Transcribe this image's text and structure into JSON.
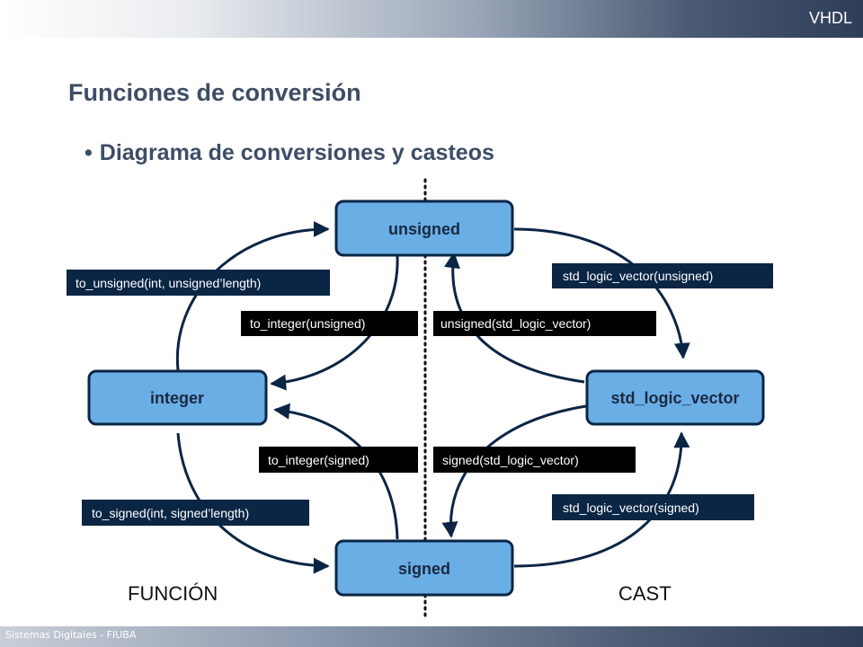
{
  "header": {
    "brand": "VHDL"
  },
  "title": "Funciones de conversión",
  "subtitle": "Diagrama de conversiones y casteos",
  "nodes": {
    "unsigned": "unsigned",
    "integer": "integer",
    "std_logic_vector": "std_logic_vector",
    "signed": "signed"
  },
  "labels": {
    "to_unsigned": "to_unsigned(int, unsigned’length)",
    "to_integer_unsigned": "to_integer(unsigned)",
    "unsigned_slv": "unsigned(std_logic_vector)",
    "slv_unsigned": "std_logic_vector(unsigned)",
    "to_integer_signed": "to_integer(signed)",
    "signed_slv": "signed(std_logic_vector)",
    "to_signed": "to_signed(int, signed’length)",
    "slv_signed": "std_logic_vector(signed)"
  },
  "sections": {
    "left": "FUNCIÓN",
    "right": "CAST"
  },
  "footer": "Sistemas Digitales - FIUBA",
  "colors": {
    "node_fill": "#6aaee6",
    "node_stroke": "#0b2545",
    "arrow": "#0b2545",
    "label_dark": "#000000",
    "label_navy": "#0b2545",
    "title": "#3e4d66"
  }
}
